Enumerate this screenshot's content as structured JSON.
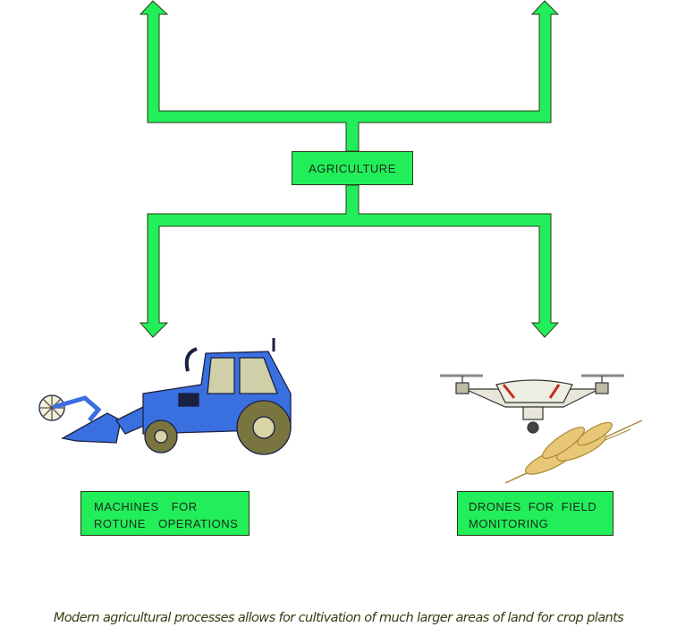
{
  "diagram": {
    "center_label": "AGRICULTURE",
    "branches": [
      {
        "label_line1": "MACHINES FOR",
        "label_line2": "ROTUNE OPERATIONS",
        "icon": "tractor-icon"
      },
      {
        "label_line1": "DRONES FOR FIELD",
        "label_line2": "MONITORING",
        "icon": "drone-icon"
      }
    ],
    "caption": "Modern agricultural processes allows for cultivation of much larger areas of land for crop plants",
    "colors": {
      "arrow_green": "#22ee5a",
      "outline": "#2a3a1a",
      "tractor_blue": "#3a6fe0",
      "caption": "#3a3a12"
    }
  }
}
